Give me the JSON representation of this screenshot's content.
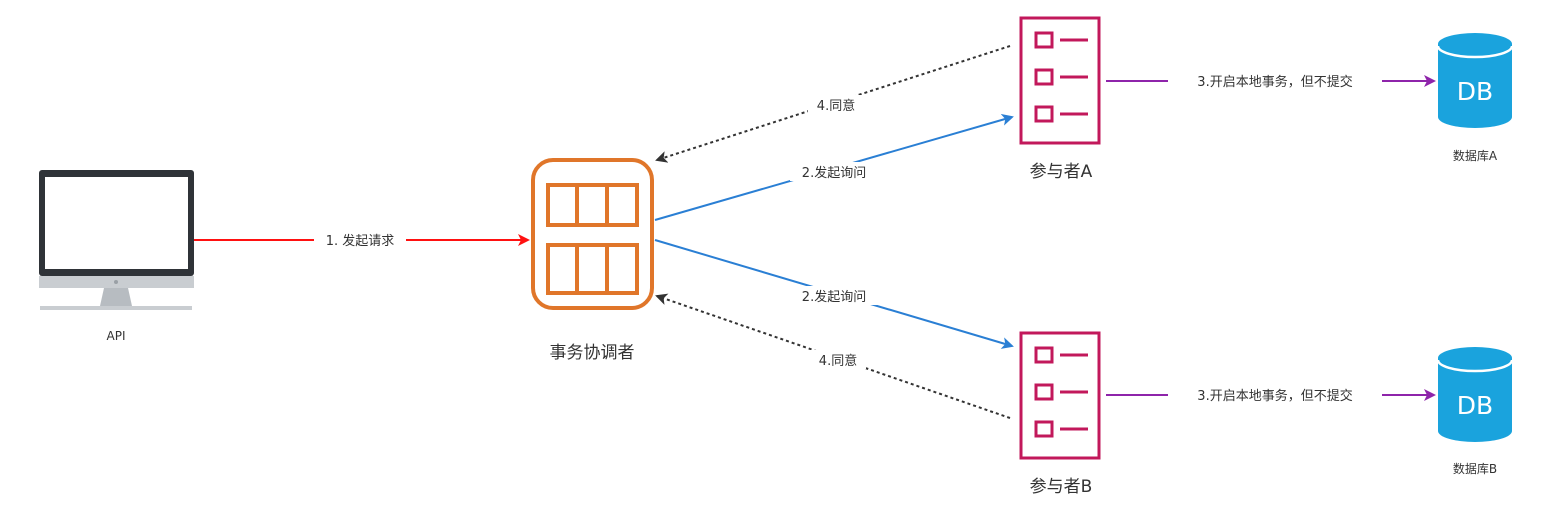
{
  "nodes": {
    "api": {
      "label": "API"
    },
    "coordinator": {
      "label": "事务协调者"
    },
    "participant_a": {
      "label": "参与者A"
    },
    "participant_b": {
      "label": "参与者B"
    },
    "db_a": {
      "label": "数据库A",
      "icon_text": "DB"
    },
    "db_b": {
      "label": "数据库B",
      "icon_text": "DB"
    }
  },
  "edges": {
    "request": {
      "label": "1. 发起请求",
      "color": "#ff1111"
    },
    "ask_a": {
      "label": "2.发起询问",
      "color": "#2a7fd4"
    },
    "ask_b": {
      "label": "2.发起询问",
      "color": "#2a7fd4"
    },
    "local_tx_a": {
      "label": "3.开启本地事务，但不提交",
      "color": "#8e24aa"
    },
    "local_tx_b": {
      "label": "3.开启本地事务，但不提交",
      "color": "#8e24aa"
    },
    "agree_a": {
      "label": "4.同意",
      "color": "#333333"
    },
    "agree_b": {
      "label": "4.同意",
      "color": "#333333"
    }
  },
  "colors": {
    "coordinator": "#e0762a",
    "participant": "#c2185b",
    "database": "#1aa3dd",
    "monitor_frame": "#2f3338",
    "monitor_stand": "#c9cdd1"
  },
  "icons": {
    "api": "desktop-monitor-icon",
    "coordinator": "grid-table-icon",
    "participant": "checklist-icon",
    "database": "database-cylinder-icon"
  }
}
